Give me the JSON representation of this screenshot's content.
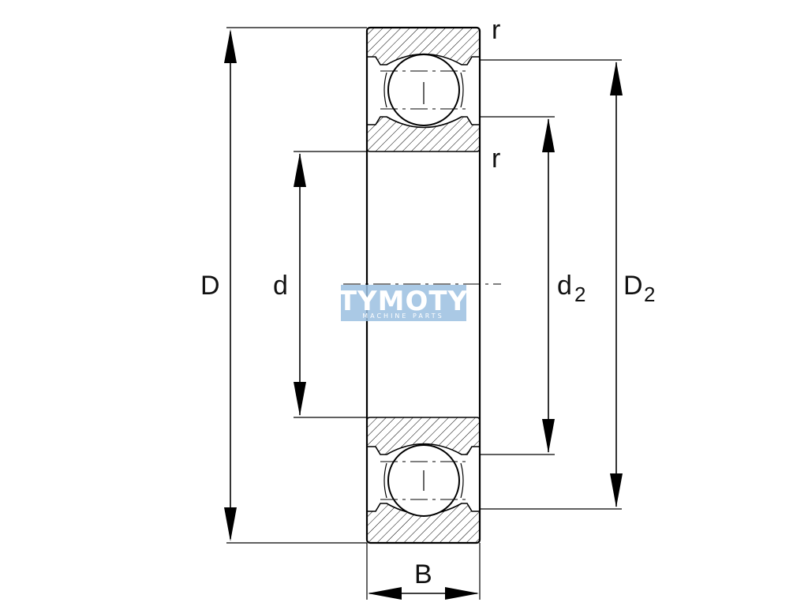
{
  "labels": {
    "outer_diameter": "D",
    "bore_diameter": "d",
    "inner_shoulder": "d",
    "inner_shoulder_sub": "2",
    "outer_shoulder": "D",
    "outer_shoulder_sub": "2",
    "width": "B",
    "radius_top": "r",
    "radius_mid": "r"
  },
  "watermark": {
    "main": "TYMOTY",
    "sub": "MACHINE PARTS"
  }
}
